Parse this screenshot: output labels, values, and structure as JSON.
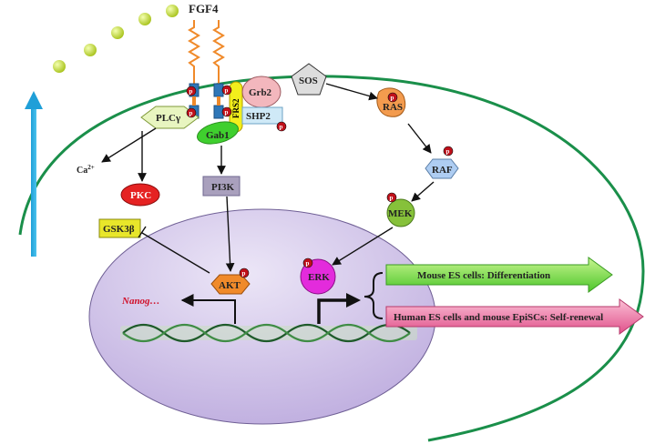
{
  "ligand": "FGF4",
  "proteins": {
    "grb2": "Grb2",
    "sos": "SOS",
    "frs2": "FRS2",
    "shp2": "SHP2",
    "gab1": "Gab1",
    "plcg": "PLCγ",
    "ras": "RAS",
    "raf": "RAF",
    "mek": "MEK",
    "pi3k": "PI3K",
    "pkc": "PKC",
    "akt": "AKT",
    "erk": "ERK",
    "gsk3b": "GSK3β"
  },
  "ion": {
    "base": "Ca",
    "sup": "2+"
  },
  "gene": "Nanog…",
  "phospho": "p",
  "outcomes": {
    "mouse": "Mouse ES cells: Differentiation",
    "human": "Human ES cells and mouse EpiSCs: Self-renewal"
  },
  "colors": {
    "membrane": "#1a8f4a",
    "nucleus_fill": "#cfc3e6",
    "dot": "#c8de2a",
    "blue_arrow": "#22a7dc",
    "green_arrow": "#7ee04a",
    "pink_arrow": "#ec6ea0",
    "phospho": "#c0101a"
  }
}
